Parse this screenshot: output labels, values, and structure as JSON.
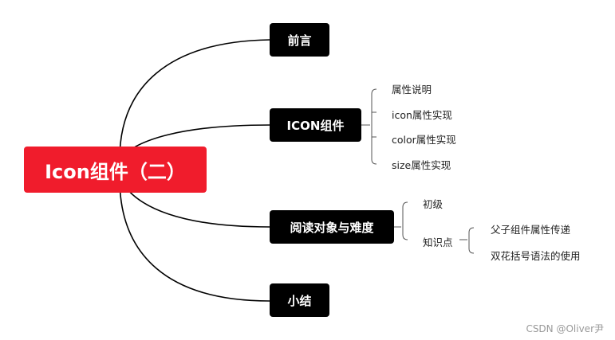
{
  "root": {
    "label": "Icon组件（二）"
  },
  "topics": [
    {
      "label": "前言",
      "children": []
    },
    {
      "label": "ICON组件",
      "children": [
        {
          "label": "属性说明"
        },
        {
          "label": "icon属性实现"
        },
        {
          "label": "color属性实现"
        },
        {
          "label": "size属性实现"
        }
      ]
    },
    {
      "label": "阅读对象与难度",
      "children": [
        {
          "label": "初级"
        },
        {
          "label": "知识点",
          "children": [
            {
              "label": "父子组件属性传递"
            },
            {
              "label": "双花括号语法的使用"
            }
          ]
        }
      ]
    },
    {
      "label": "小结",
      "children": []
    }
  ],
  "watermark": "CSDN @Oliver尹"
}
